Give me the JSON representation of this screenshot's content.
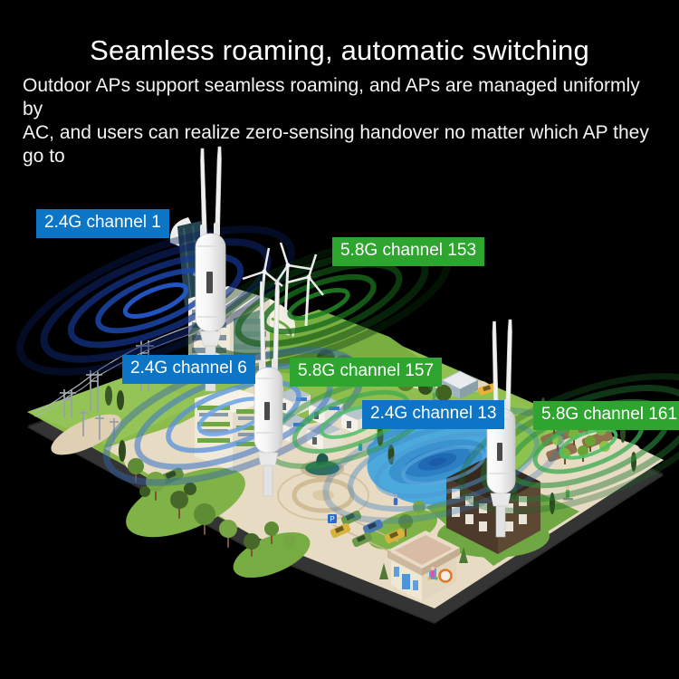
{
  "header": {
    "title": "Seamless roaming, automatic switching",
    "subtitle_lines": [
      "Outdoor APs support seamless roaming, and APs are managed uniformly by",
      "AC, and users can realize zero-sensing handover no matter which AP they",
      "go to"
    ]
  },
  "callouts": [
    {
      "text": "2.4G channel 1",
      "band": "2.4G",
      "channel": "1",
      "color": "blue"
    },
    {
      "text": "5.8G channel 153",
      "band": "5.8G",
      "channel": "153",
      "color": "green"
    },
    {
      "text": "2.4G channel 6",
      "band": "2.4G",
      "channel": "6",
      "color": "blue"
    },
    {
      "text": "5.8G channel 157",
      "band": "5.8G",
      "channel": "157",
      "color": "green"
    },
    {
      "text": "2.4G channel 13",
      "band": "2.4G",
      "channel": "13",
      "color": "blue"
    },
    {
      "text": "5.8G channel 161",
      "band": "5.8G",
      "channel": "161",
      "color": "green"
    }
  ],
  "colors": {
    "background": "#000000",
    "text": "#ffffff",
    "callout_blue": "#0d75c6",
    "callout_green": "#2ea52f",
    "wave_blue_dark": "#14368f",
    "wave_blue_light": "#5590dc",
    "wave_green_dark": "#125816",
    "wave_green_light": "#38a950",
    "grass": "#8cbe4e",
    "path_tan": "#e8dbc3",
    "lake_blue": "#4ba9db"
  },
  "scene_counts": {
    "access_points": "3",
    "coverage_rings_sets": "6"
  }
}
